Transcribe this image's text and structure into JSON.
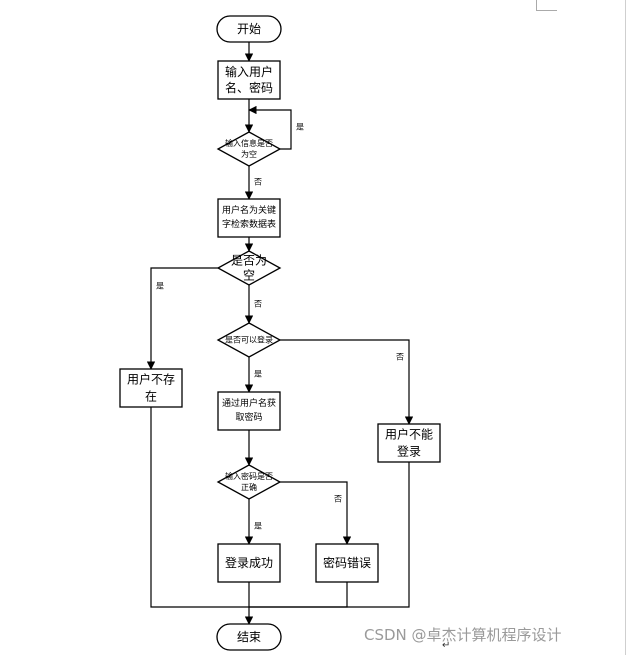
{
  "nodes": {
    "start": [
      "开始"
    ],
    "input_credentials": [
      "输入用户",
      "名、密码"
    ],
    "check_input_empty": [
      "输入信息是否",
      "为空"
    ],
    "query_by_username": [
      "用户名为关键",
      "字检索数据表"
    ],
    "check_result_empty": [
      "是否为",
      "空"
    ],
    "check_can_login": [
      "是否可以登录"
    ],
    "user_not_exist": [
      "用户不存",
      "在"
    ],
    "get_password": [
      "通过用户名获",
      "取密码"
    ],
    "user_cannot_login": [
      "用户不能",
      "登录"
    ],
    "check_password": [
      "输入密码是否",
      "正确"
    ],
    "login_success": [
      "登录成功"
    ],
    "password_error": [
      "密码错误"
    ],
    "end": [
      "结束"
    ]
  },
  "edge_labels": {
    "input_empty_yes": "是",
    "input_empty_no": "否",
    "result_empty_yes": "是",
    "result_empty_no": "否",
    "can_login_yes": "是",
    "can_login_no": "否",
    "password_yes": "是",
    "password_no": "否"
  },
  "watermark": "CSDN @卓杰计算机程序设计",
  "cursor_glyph": "↵"
}
